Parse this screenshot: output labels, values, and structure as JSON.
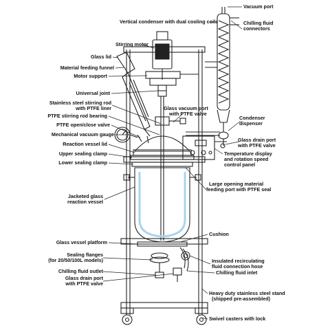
{
  "labels": {
    "vacuum_port": "Vacuum port",
    "vertical_condenser": "Vertical condenser with dual cooling coils",
    "chilling_fluid_connectors_1": "Chilling fluid",
    "chilling_fluid_connectors_2": "connectors",
    "stirring_motor": "Stirring motor",
    "glass_lid": "Glass lid",
    "material_feeding_funnel": "Material feeding funnel",
    "motor_support": "Motor support",
    "universal_joint": "Universal joint",
    "stirring_rod_1": "Stainless steel stirring rod",
    "stirring_rod_2": "with PTFE liner",
    "glass_vacuum_port_1": "Glass vacuum port",
    "glass_vacuum_port_2": "with PTFE valve",
    "ptfe_bearing": "PTFE stirring rod bearing",
    "condenser_dispenser_1": "Condenser",
    "condenser_dispenser_2": "dispenser",
    "ptfe_valve": "PTFE open/close valve",
    "vacuum_gauge": "Mechanical vacuum gauge",
    "glass_drain_port_top_1": "Glass drain port",
    "glass_drain_port_top_2": "with PTFE valve",
    "reaction_lid": "Reaction vessel lid",
    "upper_clamp": "Upper sealing clamp",
    "temp_display_1": "Temperature display",
    "temp_display_2": "and rotation speed",
    "temp_display_3": "control panel",
    "lower_clamp": "Lower sealing clamp",
    "feeding_port_1": "Large opening material",
    "feeding_port_2": "feeding port with PTFE seal",
    "jacketed_vessel_1": "Jacketed glass",
    "jacketed_vessel_2": "reaction vessel",
    "cushion": "Cushion",
    "vessel_platform": "Glass vessel platform",
    "sealing_flanges_1": "Sealing flanges",
    "sealing_flanges_2": "(for 20/50/100L models)",
    "recirc_hose_1": "Insulated recirculating",
    "recirc_hose_2": "fluid connection hose",
    "chilling_outlet": "Chilling fluid outlet",
    "chilling_inlet": "Chilling fluid inlet",
    "glass_drain_port_bottom_1": "Glass drain port",
    "glass_drain_port_bottom_2": "with PTFE valve",
    "stand_1": "Heavy duty stainless steel stand",
    "stand_2": "(shipped pre-assembled)",
    "casters": "Swivel casters with lock"
  },
  "colors": {
    "line": "#222222",
    "vessel_jacket": "#a9d4ef",
    "text": "#111111"
  }
}
